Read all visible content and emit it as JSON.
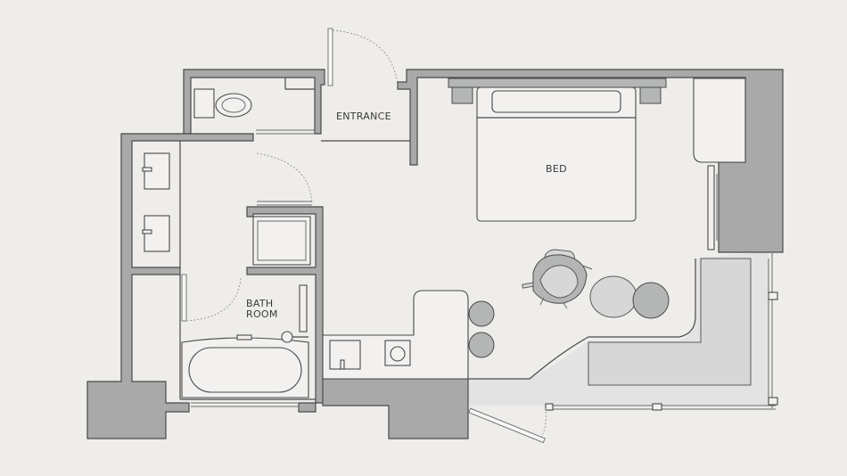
{
  "labels": {
    "entrance": "ENTRANCE",
    "bed": "BED",
    "bath_line1": "BATH",
    "bath_line2": "ROOM"
  },
  "colors": {
    "background": "#efedea",
    "wall": "#a9a9a9",
    "outline": "#4a4a4a",
    "floor_tile": "#e3e3e3"
  }
}
